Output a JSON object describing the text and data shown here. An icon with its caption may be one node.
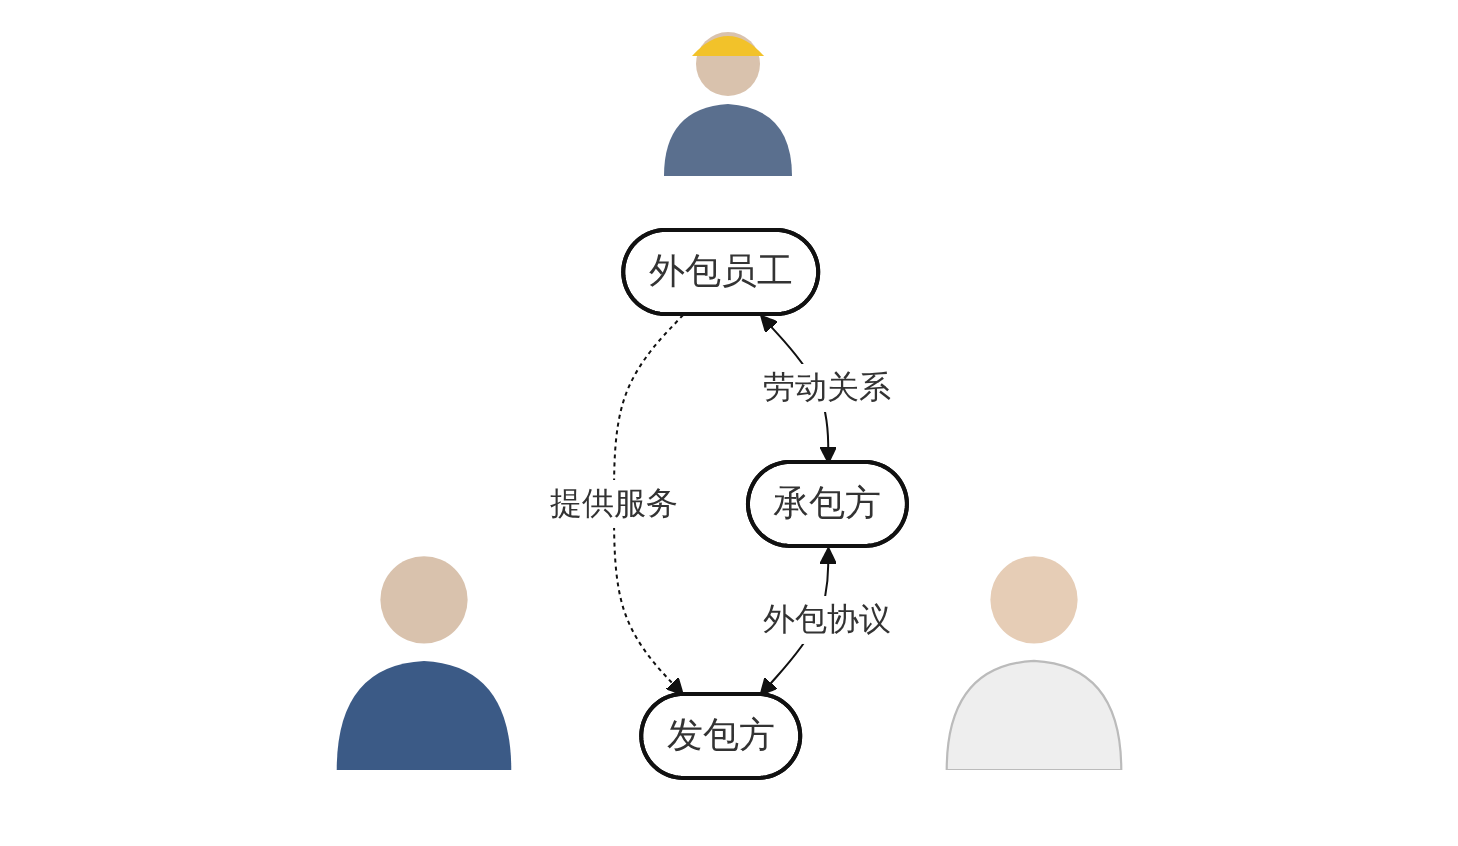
{
  "diagram": {
    "nodes": [
      {
        "text": [
          "外包员工"
        ]
      },
      {
        "text": [
          "承包方"
        ]
      },
      {
        "text": [
          "发包方"
        ]
      }
    ],
    "edges": [
      {
        "from": 0,
        "to": 1,
        "arrow": "both",
        "label": "劳动关系"
      },
      {
        "from": 0,
        "to": 2,
        "arrow": "to",
        "label": "提供服务",
        "style": "dashed"
      },
      {
        "from": 1,
        "to": 2,
        "arrow": "both",
        "label": "外包协议"
      }
    ]
  }
}
